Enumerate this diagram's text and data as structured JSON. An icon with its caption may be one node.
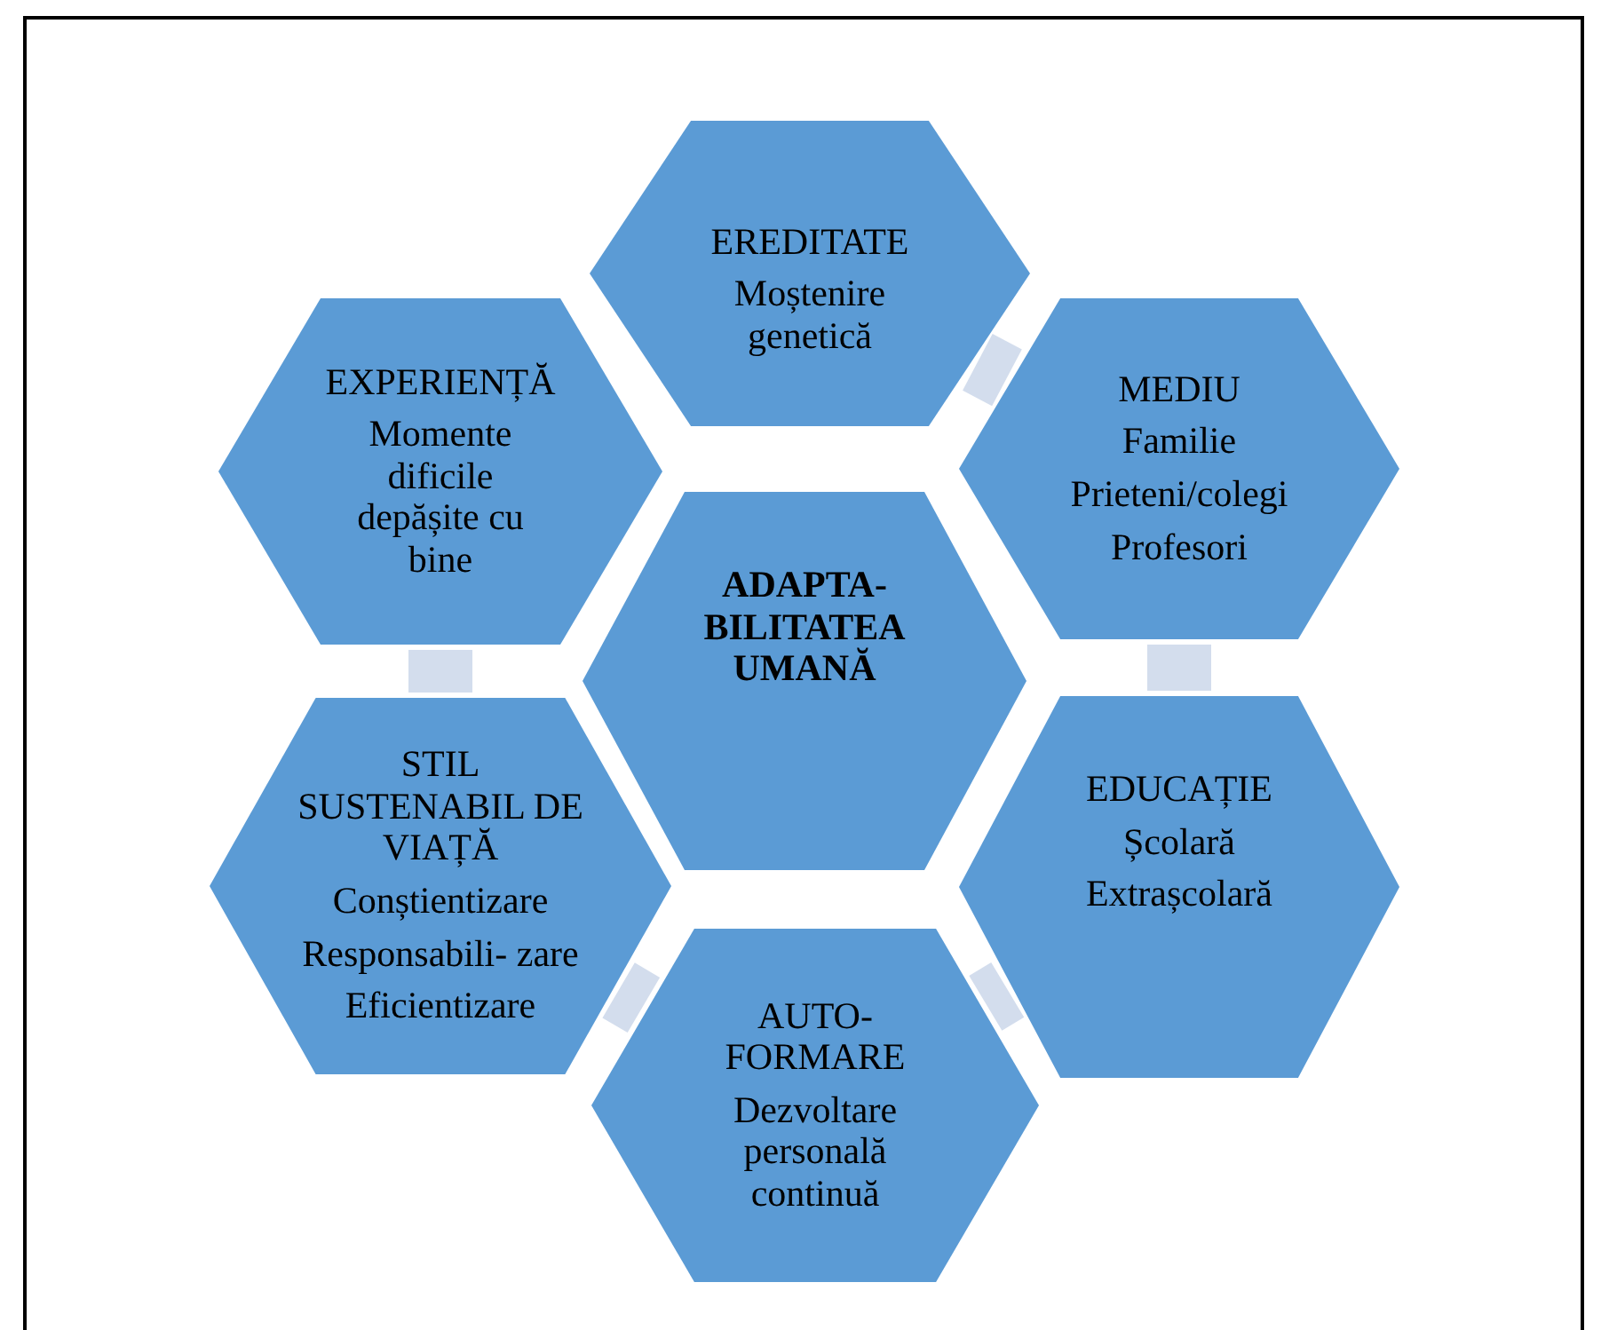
{
  "diagram": {
    "nodes": [
      {
        "text": [
          "EREDITATE",
          "Moștenire genetică"
        ]
      },
      {
        "text": [
          "MEDIU",
          "Familie",
          "Prieteni/colegi",
          "Profesori"
        ]
      },
      {
        "text": [
          "EXPERIENȚĂ",
          "Momente dificile depășite cu bine"
        ]
      },
      {
        "text": [
          "ADAPTA- BILITATEA UMANĂ"
        ]
      },
      {
        "text": [
          "STIL SUSTENABIL DE VIAȚĂ",
          "Conștientizare",
          "Responsabili- zare",
          "Eficientizare"
        ]
      },
      {
        "text": [
          "EDUCAȚIE",
          "Școlară",
          "Extrașcolară"
        ]
      },
      {
        "text": [
          "AUTO- FORMARE",
          "Dezvoltare personală continuă"
        ]
      }
    ],
    "edges": [
      {
        "from": 0,
        "to": 1,
        "arrow": "none"
      },
      {
        "from": 1,
        "to": 5,
        "arrow": "none"
      },
      {
        "from": 5,
        "to": 6,
        "arrow": "none"
      },
      {
        "from": 6,
        "to": 4,
        "arrow": "none"
      },
      {
        "from": 4,
        "to": 2,
        "arrow": "none"
      }
    ]
  }
}
